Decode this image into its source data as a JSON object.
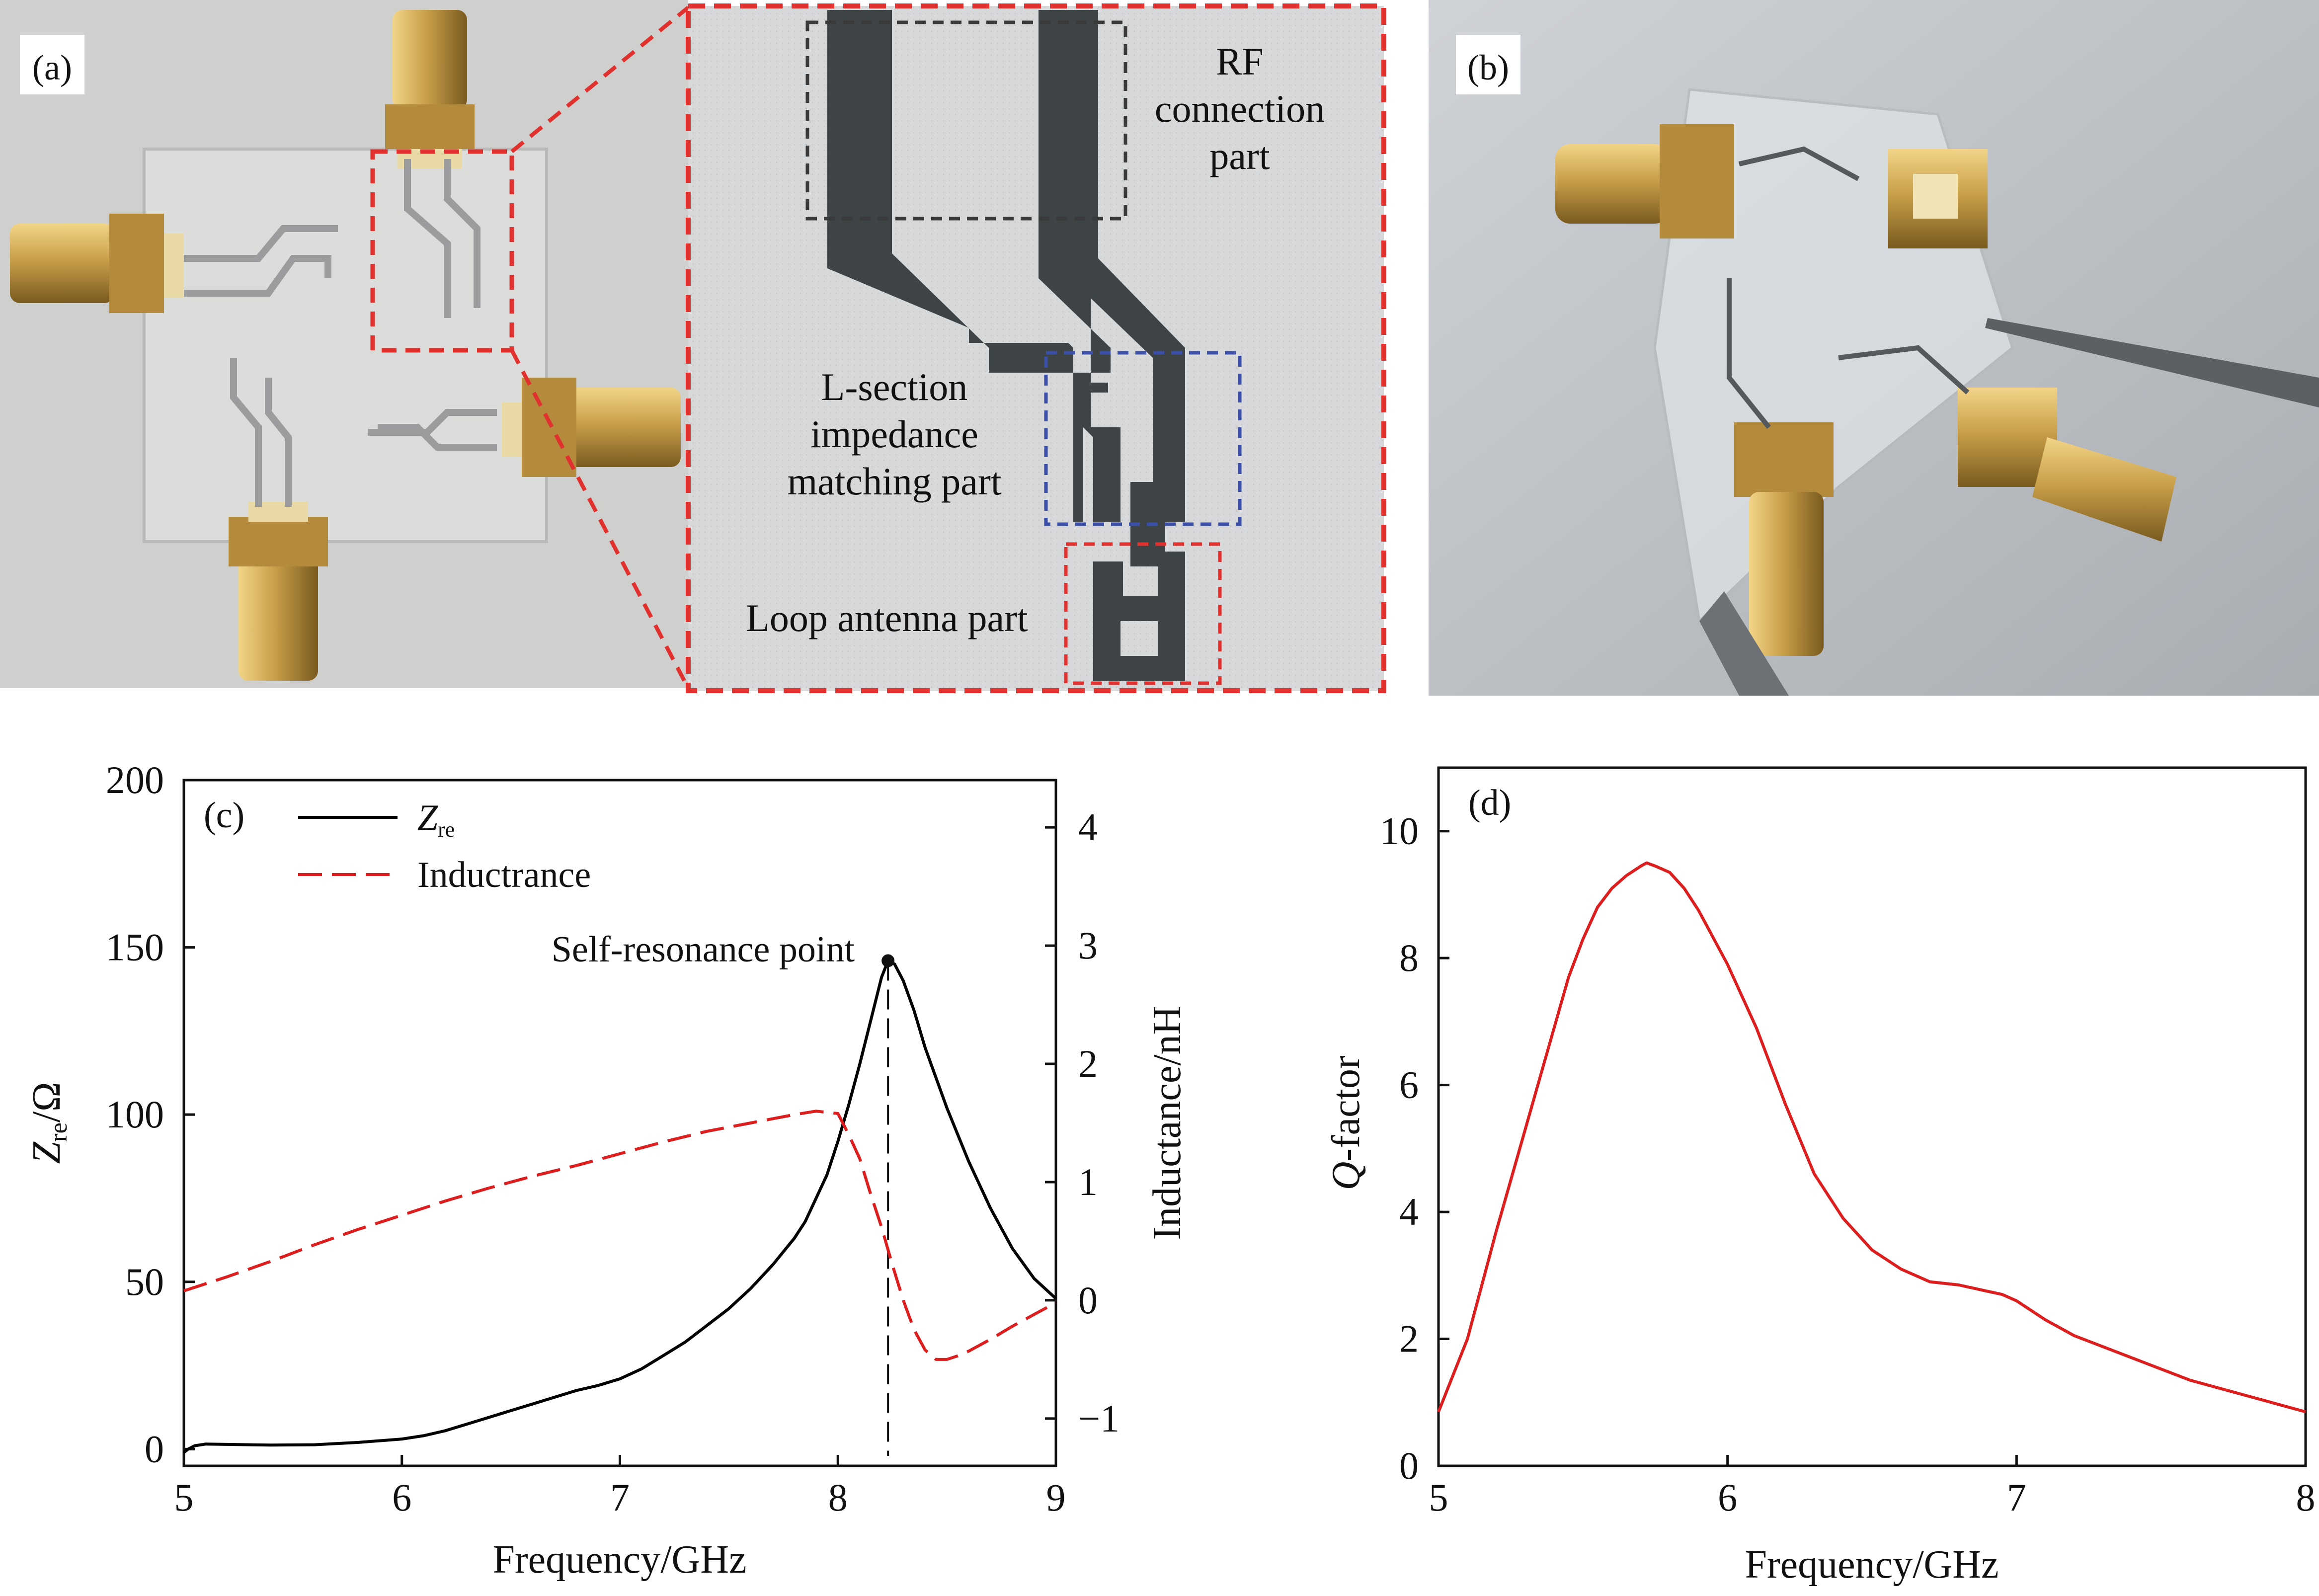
{
  "colors": {
    "zre_line": "#000000",
    "inductance_line": "#dd1e1e",
    "q_line": "#dd1e1e",
    "highlight_box_red": "#e0312f",
    "highlight_box_dark": "#3a3a3a",
    "highlight_box_blue": "#3b4fa8",
    "trace": "#3e4446",
    "brass": "#c9a04a"
  },
  "panel_a": {
    "tag": "(a)",
    "labels": {
      "rf_line1": "RF",
      "rf_line2": "connection",
      "rf_line3": "part",
      "lsec_line1": "L-section",
      "lsec_line2": "impedance",
      "lsec_line3": "matching part",
      "loop": "Loop antenna part"
    }
  },
  "panel_b": {
    "tag": "(b)"
  },
  "chart_data": [
    {
      "panel": "(c)",
      "type": "line",
      "xlabel": "Frequency/GHz",
      "ylabel_main": "Z",
      "ylabel_sub": "re",
      "ylabel_unit": "/Ω",
      "y2label": "Inductance/nH",
      "xlim": [
        5,
        9
      ],
      "ylim": [
        -5,
        200
      ],
      "y2lim": [
        -1.4,
        4.4
      ],
      "xticks": [
        "5",
        "6",
        "7",
        "8",
        "9"
      ],
      "yticks": [
        "0",
        "50",
        "100",
        "150",
        "200"
      ],
      "y2ticks": [
        "−1",
        "0",
        "1",
        "2",
        "3",
        "4"
      ],
      "legend_position": "top-left",
      "annotation": {
        "text": "Self-resonance point",
        "x": 8.23,
        "y": 146
      },
      "series": [
        {
          "name_main": "Z",
          "name_sub": "re",
          "axis": "left",
          "style": "solid",
          "x": [
            5.0,
            5.02,
            5.05,
            5.1,
            5.2,
            5.4,
            5.6,
            5.8,
            6.0,
            6.1,
            6.2,
            6.3,
            6.4,
            6.5,
            6.6,
            6.7,
            6.8,
            6.9,
            7.0,
            7.1,
            7.2,
            7.3,
            7.4,
            7.5,
            7.6,
            7.7,
            7.8,
            7.85,
            7.9,
            7.95,
            8.0,
            8.05,
            8.1,
            8.15,
            8.2,
            8.23,
            8.26,
            8.3,
            8.35,
            8.4,
            8.5,
            8.6,
            8.7,
            8.8,
            8.9,
            9.0
          ],
          "y": [
            -1,
            0,
            1,
            1.5,
            1.4,
            1.2,
            1.3,
            2,
            3,
            4,
            5.5,
            7.5,
            9.5,
            11.5,
            13.5,
            15.5,
            17.5,
            19,
            21,
            24,
            28,
            32,
            37,
            42,
            48,
            55,
            63,
            68,
            75,
            82,
            92,
            103,
            115,
            128,
            141,
            146,
            145,
            140,
            131,
            120,
            102,
            86,
            72,
            60,
            51,
            45
          ]
        },
        {
          "name": "Inductrance",
          "axis": "right",
          "style": "dashed",
          "x": [
            5.0,
            5.2,
            5.4,
            5.6,
            5.8,
            6.0,
            6.2,
            6.4,
            6.6,
            6.8,
            7.0,
            7.2,
            7.4,
            7.6,
            7.8,
            7.9,
            8.0,
            8.05,
            8.1,
            8.15,
            8.2,
            8.25,
            8.3,
            8.35,
            8.4,
            8.45,
            8.5,
            8.55,
            8.6,
            8.7,
            8.8,
            8.9,
            9.0
          ],
          "y": [
            0.08,
            0.2,
            0.33,
            0.47,
            0.6,
            0.72,
            0.84,
            0.95,
            1.05,
            1.14,
            1.24,
            1.34,
            1.43,
            1.5,
            1.57,
            1.6,
            1.58,
            1.4,
            1.2,
            0.9,
            0.62,
            0.3,
            0.0,
            -0.25,
            -0.42,
            -0.5,
            -0.5,
            -0.47,
            -0.43,
            -0.33,
            -0.22,
            -0.12,
            -0.02
          ]
        }
      ]
    },
    {
      "panel": "(d)",
      "type": "line",
      "xlabel": "Frequency/GHz",
      "ylabel_main": "Q",
      "ylabel_rest": "-factor",
      "xlim": [
        5,
        8
      ],
      "ylim": [
        0,
        11
      ],
      "xticks": [
        "5",
        "6",
        "7",
        "8"
      ],
      "yticks": [
        "0",
        "2",
        "4",
        "6",
        "8",
        "10"
      ],
      "series": [
        {
          "axis": "left",
          "style": "solid",
          "x": [
            5.0,
            5.1,
            5.2,
            5.3,
            5.4,
            5.45,
            5.5,
            5.55,
            5.6,
            5.65,
            5.7,
            5.72,
            5.75,
            5.8,
            5.85,
            5.9,
            6.0,
            6.1,
            6.2,
            6.3,
            6.4,
            6.5,
            6.6,
            6.7,
            6.8,
            6.9,
            6.95,
            7.0,
            7.1,
            7.2,
            7.4,
            7.6,
            7.8,
            8.0
          ],
          "y": [
            0.85,
            2.0,
            3.7,
            5.3,
            6.9,
            7.7,
            8.3,
            8.8,
            9.1,
            9.3,
            9.45,
            9.5,
            9.45,
            9.35,
            9.1,
            8.75,
            7.9,
            6.9,
            5.7,
            4.6,
            3.9,
            3.4,
            3.1,
            2.9,
            2.85,
            2.75,
            2.7,
            2.6,
            2.3,
            2.05,
            1.7,
            1.35,
            1.1,
            0.85
          ]
        }
      ]
    }
  ]
}
